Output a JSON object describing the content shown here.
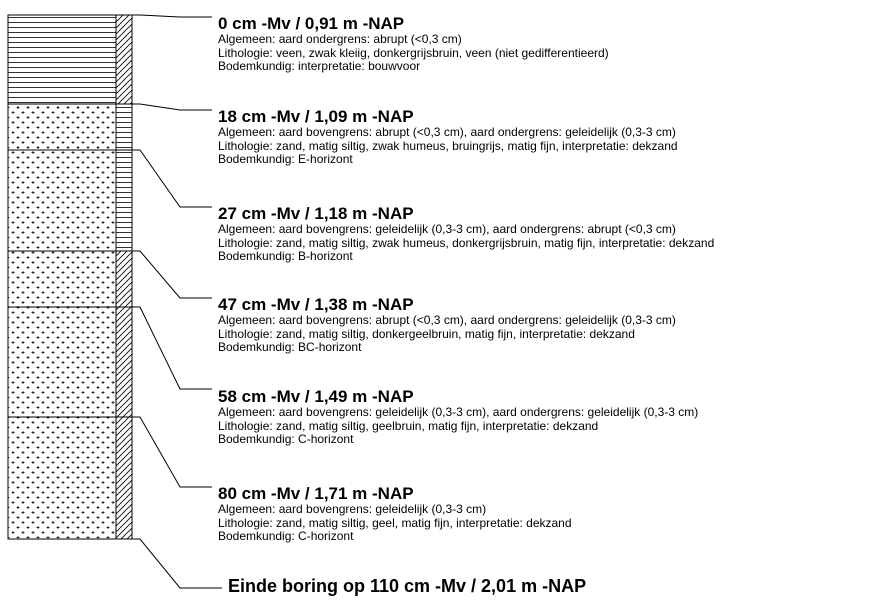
{
  "layers": [
    {
      "title": "0 cm -Mv / 0,91 m -NAP",
      "algemeen": "Algemeen: aard ondergrens: abrupt (<0,3 cm)",
      "lithologie": "Lithologie: veen, zwak kleiig, donkergrijsbruin, veen (niet gedifferentieerd)",
      "bodemkundig": "Bodemkundig: interpretatie: bouwvoor",
      "main_pattern": "horizontal-lines",
      "side_pattern": "diagonal-hatch"
    },
    {
      "title": "18 cm -Mv / 1,09 m -NAP",
      "algemeen": "Algemeen: aard bovengrens: abrupt (<0,3 cm), aard ondergrens: geleidelijk (0,3-3 cm)",
      "lithologie": "Lithologie: zand, matig siltig, zwak humeus, bruingrijs, matig fijn, interpretatie: dekzand",
      "bodemkundig": "Bodemkundig: E-horizont",
      "main_pattern": "crosses",
      "side_pattern": "horizontal-lines"
    },
    {
      "title": "27 cm -Mv / 1,18 m -NAP",
      "algemeen": "Algemeen: aard bovengrens: geleidelijk (0,3-3 cm), aard ondergrens: abrupt (<0,3 cm)",
      "lithologie": "Lithologie: zand, matig siltig, zwak humeus, donkergrijsbruin, matig fijn, interpretatie: dekzand",
      "bodemkundig": "Bodemkundig: B-horizont",
      "main_pattern": "crosses",
      "side_pattern": "horizontal-lines"
    },
    {
      "title": "47 cm -Mv / 1,38 m -NAP",
      "algemeen": "Algemeen: aard bovengrens: abrupt (<0,3 cm), aard ondergrens: geleidelijk (0,3-3 cm)",
      "lithologie": "Lithologie: zand, matig siltig, donkergeelbruin, matig fijn, interpretatie: dekzand",
      "bodemkundig": "Bodemkundig: BC-horizont",
      "main_pattern": "crosses",
      "side_pattern": "diagonal-hatch"
    },
    {
      "title": "58 cm -Mv / 1,49 m -NAP",
      "algemeen": "Algemeen: aard bovengrens: geleidelijk (0,3-3 cm), aard ondergrens: geleidelijk (0,3-3 cm)",
      "lithologie": "Lithologie: zand, matig siltig, geelbruin, matig fijn, interpretatie: dekzand",
      "bodemkundig": "Bodemkundig: C-horizont",
      "main_pattern": "crosses",
      "side_pattern": "diagonal-hatch"
    },
    {
      "title": "80 cm -Mv / 1,71 m -NAP",
      "algemeen": "Algemeen: aard bovengrens: geleidelijk (0,3-3 cm)",
      "lithologie": "Lithologie: zand, matig siltig, geel, matig fijn, interpretatie: dekzand",
      "bodemkundig": "Bodemkundig: C-horizont",
      "main_pattern": "crosses",
      "side_pattern": "diagonal-hatch"
    }
  ],
  "end": {
    "title": "Einde boring op 110 cm -Mv / 2,01 m -NAP"
  }
}
